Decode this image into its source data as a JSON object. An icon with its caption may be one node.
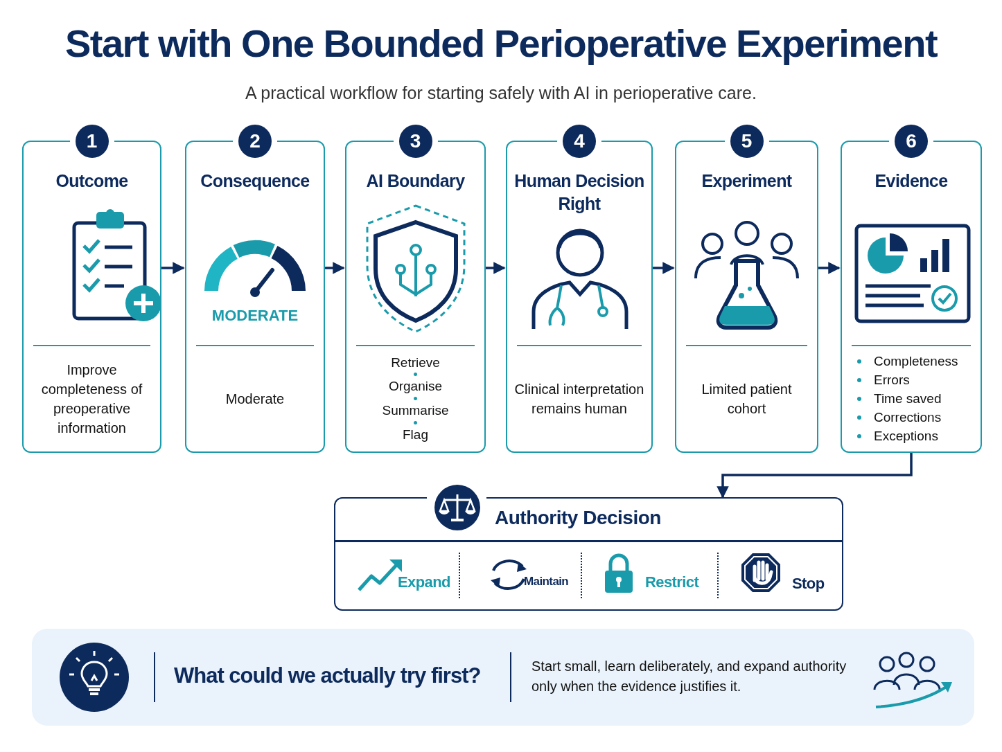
{
  "diagram": {
    "title": "Start with One Bounded Perioperative Experiment",
    "caption": "A practical workflow for starting safely with AI in perioperative care.",
    "nodes": [
      {
        "text": [
          "1",
          "Outcome",
          "Improve completeness of preoperative information"
        ]
      },
      {
        "text": [
          "2",
          "Consequence",
          "MODERATE",
          "Moderate"
        ]
      },
      {
        "text": [
          "3",
          "AI Boundary",
          "Retrieve",
          "Organise",
          "Summarise",
          "Flag"
        ]
      },
      {
        "text": [
          "4",
          "Human Decision Right",
          "Clinical interpretation remains human"
        ]
      },
      {
        "text": [
          "5",
          "Experiment",
          "Limited patient cohort"
        ]
      },
      {
        "text": [
          "6",
          "Evidence",
          "Completeness",
          "Errors",
          "Time saved",
          "Corrections",
          "Exceptions"
        ]
      },
      {
        "text": [
          "Authority Decision"
        ]
      },
      {
        "text": [
          "What could we actually try first?",
          "Start small, learn deliberately, and expand authority only when the evidence justifies it."
        ]
      }
    ],
    "edges": [
      {
        "from": 0,
        "to": 1,
        "arrow": "to"
      },
      {
        "from": 1,
        "to": 2,
        "arrow": "to"
      },
      {
        "from": 2,
        "to": 3,
        "arrow": "to"
      },
      {
        "from": 3,
        "to": 4,
        "arrow": "to"
      },
      {
        "from": 4,
        "to": 5,
        "arrow": "to"
      },
      {
        "from": 5,
        "to": 6,
        "arrow": "to"
      }
    ],
    "labels": [
      "Expand",
      "Maintain",
      "Restrict",
      "Stop"
    ]
  }
}
